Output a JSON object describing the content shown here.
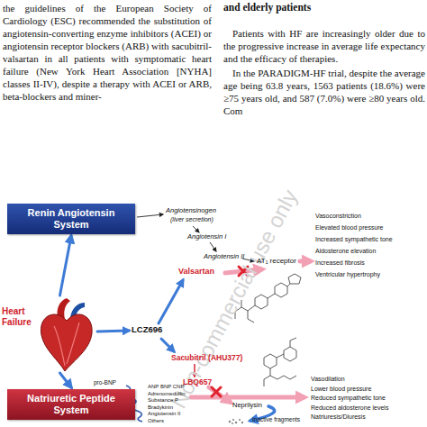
{
  "diagram": {
    "nodes": [
      {
        "text": [
          "Renin Angiotensin System"
        ]
      },
      {
        "text": [
          "Heart Failure"
        ]
      },
      {
        "text": [
          "Natriuretic Peptide System"
        ]
      }
    ],
    "edges": [
      {
        "from": 1,
        "to": 0,
        "arrow": "to"
      },
      {
        "from": 1,
        "to": 2,
        "arrow": "to"
      }
    ],
    "labels": [
      "the guidelines of the European Society of Cardiology (ESC) recommended the substitution of angiotensin-converting enzyme inhibitors (ACEI) or angiotensin receptor blockers (ARB) with sacubitril-valsartan in all patients with symptomatic heart failure (New York Heart Association [NYHA] classes II-IV), despite a therapy with ACEI or ARB, beta-blockers and miner-",
      "and elderly patients",
      "Patients with HF are increasingly older due to the progressive increase in average life expectancy and the efficacy of therapies.",
      "In the PARADIGM-HF trial, despite the average age being 63.8 years, 1563 patients (18.6%) were ≥75 years old, and 587 (7.0%) were ≥80 years old. Com",
      "Angiotensinogen",
      "(liver secretion)",
      "Angiotensin I",
      "Angiotensin II",
      "AT₁ receptor",
      "Vasoconstriction",
      "Elevated blood pressure",
      "Increased sympathetic tone",
      "Aldosterone elevation",
      "Increased fibrosis",
      "Ventricular hypertrophy",
      "Valsartan",
      "LCZ696",
      "Sacubitril (AHU377)",
      "LBQ657",
      "pro-BNP",
      "ANP BNP CNP",
      "Adrenomedullin",
      "Substance P",
      "Bradykinin",
      "Angiotensin II",
      "Others",
      "Neprilysin",
      "Inactive fragments",
      "Vasodilation",
      "Lower blood pressure",
      "Reduced sympathetic tone",
      "Reduced aldosterone levels",
      "Natriuresis/Diuresis",
      "Non-commercial use only"
    ]
  }
}
